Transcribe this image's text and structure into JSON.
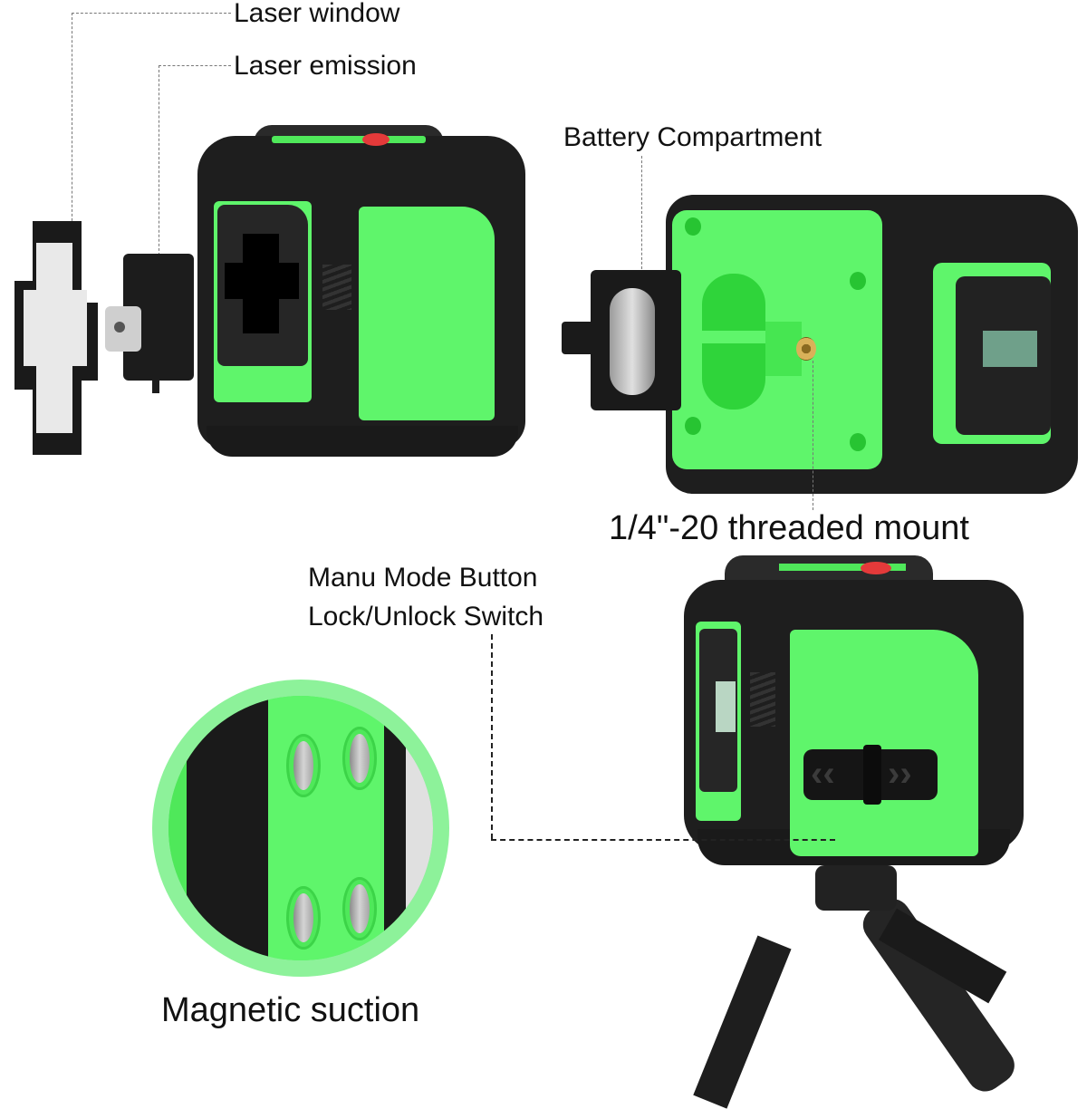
{
  "callouts": {
    "laser_window": "Laser window",
    "laser_emission": "Laser emission",
    "battery_compartment": "Battery Compartment",
    "threaded_mount": "1/4\"-20 threaded mount",
    "manu_mode_button": "Manu Mode Button",
    "lock_unlock_switch": "Lock/Unlock Switch",
    "magnetic_suction": "Magnetic suction"
  },
  "colors": {
    "device_green": "#5ff56b",
    "device_black": "#1e1e1e",
    "power_button_red": "#e43a3a",
    "ring_green": "#8df29a",
    "brass_mount": "#d9b159"
  },
  "switch_icons": {
    "left": "‹‹",
    "right": "››"
  }
}
